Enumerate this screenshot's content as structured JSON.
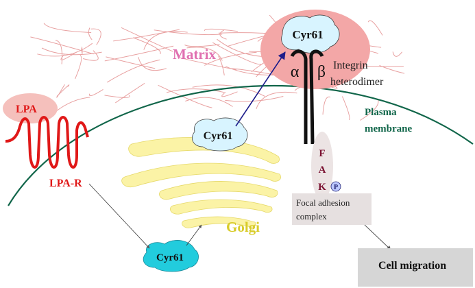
{
  "labels": {
    "matrix": "Matrix",
    "cyr61_matrix": "Cyr61",
    "alpha": "α",
    "beta": "β",
    "integrin_line1": "Integrin",
    "integrin_line2": "heterodimer",
    "plasma_line1": "Plasma",
    "plasma_line2": "membrane",
    "lpa": "LPA",
    "lpa_r": "LPA-R",
    "cyr61_vesicle": "Cyr61",
    "fak_f": "F",
    "fak_a": "A",
    "fak_k": "K",
    "phospho": "P",
    "focal_line1": "Focal adhesion",
    "focal_line2": "complex",
    "golgi": "Golgi",
    "cyr61_cytosol": "Cyr61",
    "cell_migration": "Cell migration"
  },
  "colors": {
    "matrix_fibers": "#e8a0a0",
    "matrix_text": "#e070b0",
    "integrin_halo": "#f3a7a7",
    "cyr61_fill": "#d8f4ff",
    "cyr61_cytosol_fill": "#22ccdd",
    "membrane": "#11664a",
    "lpa_receptor": "#e01818",
    "golgi_fill": "#fbf3a6",
    "golgi_text": "#d8cc2a",
    "fak_text": "#7a1030",
    "phospho_fill": "#bcc8ff",
    "arrow_blue": "#1c1c8a",
    "focal_box": "#e6e0e0",
    "migration_box": "#d6d6d6"
  }
}
